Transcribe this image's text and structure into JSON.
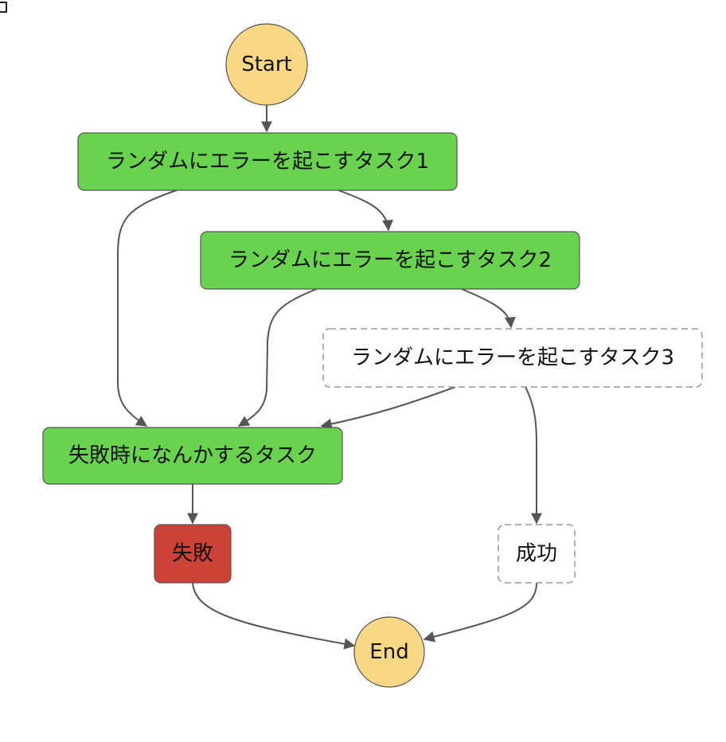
{
  "diagram": {
    "colors": {
      "terminal_fill": "#f8d884",
      "succeeded_fill": "#69d24e",
      "failed_fill": "#cc4236",
      "not_run_fill": "#ffffff",
      "edge": "#555555",
      "node_border": "#555555",
      "dashed_border": "#999999"
    },
    "nodes": [
      {
        "id": "start",
        "label": "Start",
        "shape": "circle",
        "status": "terminal"
      },
      {
        "id": "task1",
        "label": "ランダムにエラーを起こすタスク1",
        "shape": "rect",
        "status": "succeeded"
      },
      {
        "id": "task2",
        "label": "ランダムにエラーを起こすタスク2",
        "shape": "rect",
        "status": "succeeded"
      },
      {
        "id": "task3",
        "label": "ランダムにエラーを起こすタスク3",
        "shape": "rect",
        "status": "not_run"
      },
      {
        "id": "onfail",
        "label": "失敗時になんかするタスク",
        "shape": "rect",
        "status": "succeeded"
      },
      {
        "id": "fail",
        "label": "失敗",
        "shape": "rect",
        "status": "failed"
      },
      {
        "id": "success",
        "label": "成功",
        "shape": "rect",
        "status": "not_run"
      },
      {
        "id": "end",
        "label": "End",
        "shape": "circle",
        "status": "terminal"
      }
    ],
    "edges": [
      {
        "from": "start",
        "to": "task1"
      },
      {
        "from": "task1",
        "to": "task2"
      },
      {
        "from": "task1",
        "to": "onfail"
      },
      {
        "from": "task2",
        "to": "task3"
      },
      {
        "from": "task2",
        "to": "onfail"
      },
      {
        "from": "task3",
        "to": "onfail"
      },
      {
        "from": "task3",
        "to": "success"
      },
      {
        "from": "onfail",
        "to": "fail"
      },
      {
        "from": "fail",
        "to": "end"
      },
      {
        "from": "success",
        "to": "end"
      }
    ]
  }
}
